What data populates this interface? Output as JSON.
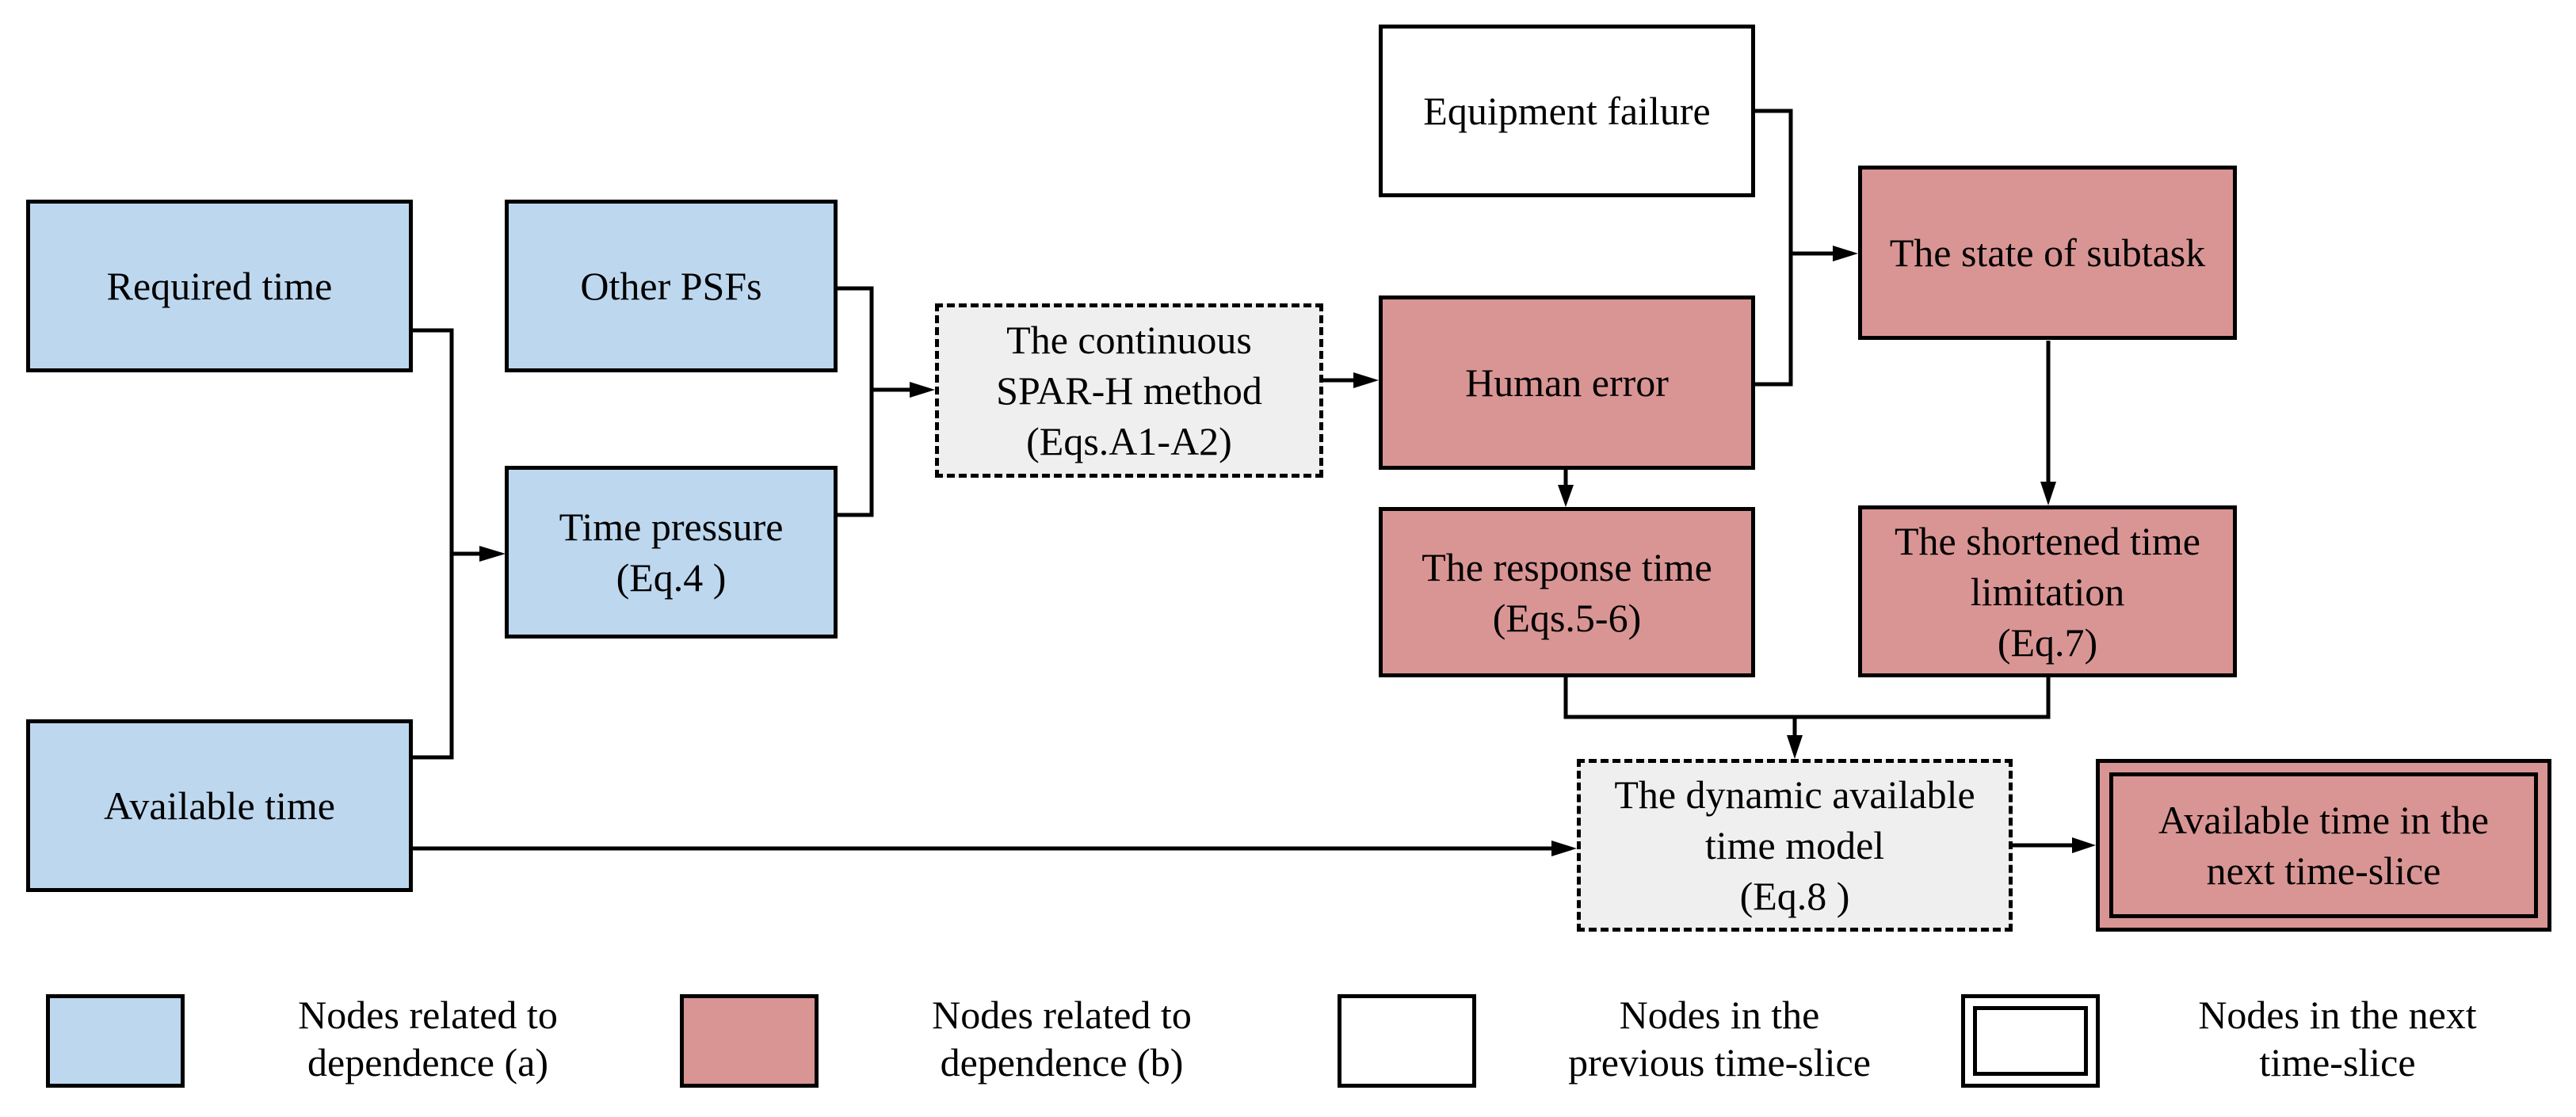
{
  "colors": {
    "dependence_a": "#bdd7ee",
    "dependence_b": "#d99594",
    "intermediate": "#efefef",
    "previous": "#ffffff",
    "stroke": "#000000"
  },
  "nodes": {
    "required_time": [
      "Required time"
    ],
    "available_time": [
      "Available time"
    ],
    "other_psfs": [
      "Other PSFs"
    ],
    "time_pressure": [
      "Time pressure",
      "(Eq.4 )"
    ],
    "spar_h": [
      "The continuous",
      "SPAR-H method",
      "(Eqs.A1-A2)"
    ],
    "human_error": [
      "Human error"
    ],
    "equipment_failure": [
      "Equipment failure"
    ],
    "state_of_subtask": [
      "The state of subtask"
    ],
    "response_time": [
      "The response time",
      "(Eqs.5-6)"
    ],
    "shortened_time": [
      "The shortened time",
      "limitation",
      "(Eq.7)"
    ],
    "dynamic_model": [
      "The dynamic available",
      "time model",
      "(Eq.8 )"
    ],
    "next_available": [
      "Available time in the",
      "next time-slice"
    ]
  },
  "legend": [
    {
      "key": "dependence_a",
      "lines": [
        "Nodes related to",
        "dependence (a)"
      ]
    },
    {
      "key": "dependence_b",
      "lines": [
        "Nodes related to",
        "dependence (b)"
      ]
    },
    {
      "key": "previous",
      "lines": [
        "Nodes in the",
        "previous time-slice"
      ]
    },
    {
      "key": "next",
      "lines": [
        "Nodes in the next",
        "time-slice"
      ]
    }
  ]
}
